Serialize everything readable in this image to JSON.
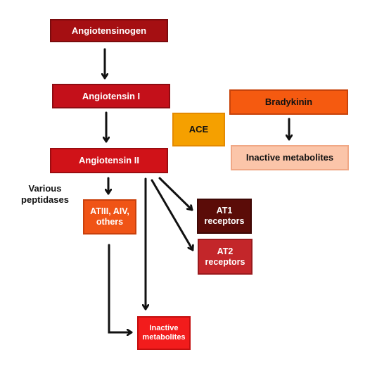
{
  "diagram": {
    "nodes": {
      "angiotensinogen": "Angiotensinogen",
      "angiotensin_1": "Angiotensin I",
      "angiotensin_2": "Angiotensin II",
      "ace": "ACE",
      "bradykinin": "Bradykinin",
      "inactive_metabolites_bradykinin": "Inactive metabolites",
      "atiii_aiv_others": "ATIII, AIV,\nothers",
      "at1_receptors": "AT1\nreceptors",
      "at2_receptors": "AT2\nreceptors",
      "inactive_metabolites_angiotensin": "Inactive\nmetabolites"
    },
    "labels": {
      "various_peptidases": "Various\npeptidases"
    },
    "colors": {
      "angiotensinogen": "#a50f12",
      "angiotensin_1": "#c4101a",
      "angiotensin_2": "#d01218",
      "ace": "#f5a000",
      "bradykinin": "#f55a10",
      "inactive_metabolites_bradykinin": "#fbc5a9",
      "atiii_aiv_others": "#f05416",
      "at1_receptors": "#5b0c08",
      "at2_receptors": "#c3262a",
      "inactive_metabolites_angiotensin": "#f21c1c",
      "arrow": "#111111"
    }
  }
}
